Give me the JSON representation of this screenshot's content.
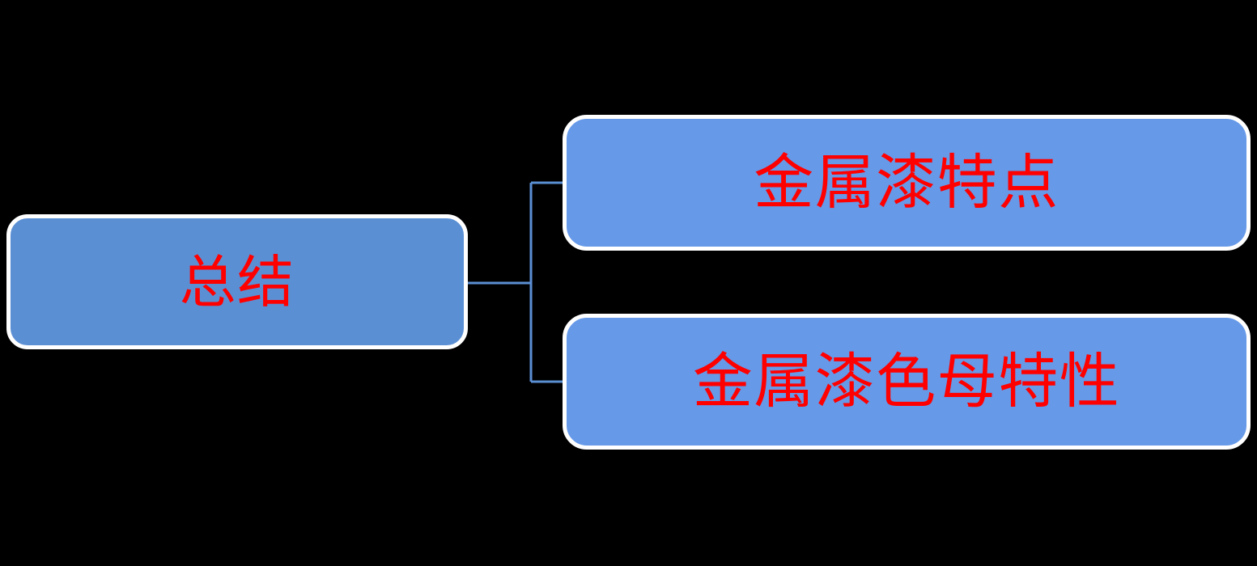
{
  "diagram": {
    "type": "hierarchy-org-chart",
    "orientation": "left-to-right",
    "background_color": "#000000",
    "root": {
      "label": "总结",
      "fill_color": "#5B8FD4",
      "border_color": "#FFFFFF",
      "text_color": "#FF0000"
    },
    "children": [
      {
        "label": "金属漆特点",
        "fill_color": "#6699E8",
        "border_color": "#FFFFFF",
        "text_color": "#FF0000"
      },
      {
        "label": "金属漆色母特性",
        "fill_color": "#6699E8",
        "border_color": "#FFFFFF",
        "text_color": "#FF0000"
      }
    ],
    "connector": {
      "color": "#5B8FD4",
      "stroke_width": 3,
      "style": "elbow-bracket"
    }
  }
}
